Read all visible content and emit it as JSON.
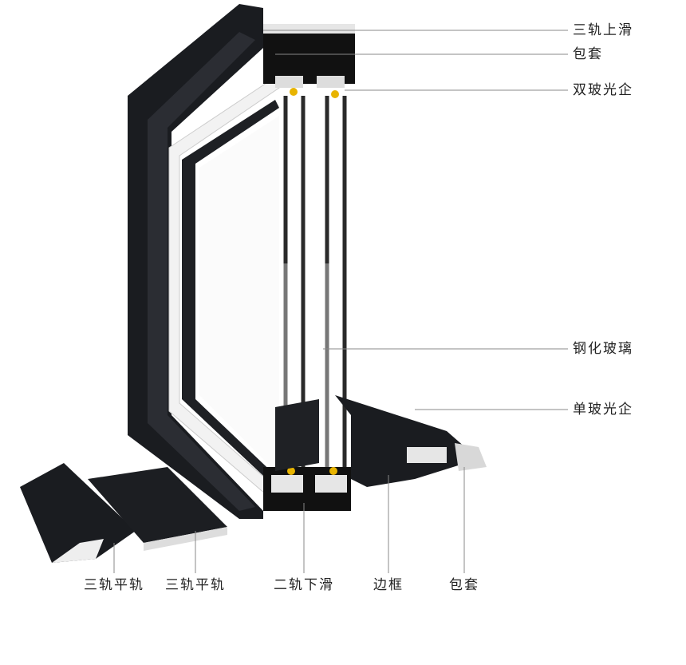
{
  "labels": {
    "right": [
      "三轨上滑",
      "包套",
      "双玻光企",
      "钢化玻璃",
      "单玻光企"
    ],
    "bottom": [
      "三轨平轨",
      "三轨平轨",
      "二轨下滑",
      "边框",
      "包套"
    ]
  },
  "colors": {
    "frame": "#1a1c20",
    "profile": "#e8e8e8",
    "glass_edge": "#2a2a2a",
    "gasket": "#e8b400",
    "leader": "#888888"
  }
}
